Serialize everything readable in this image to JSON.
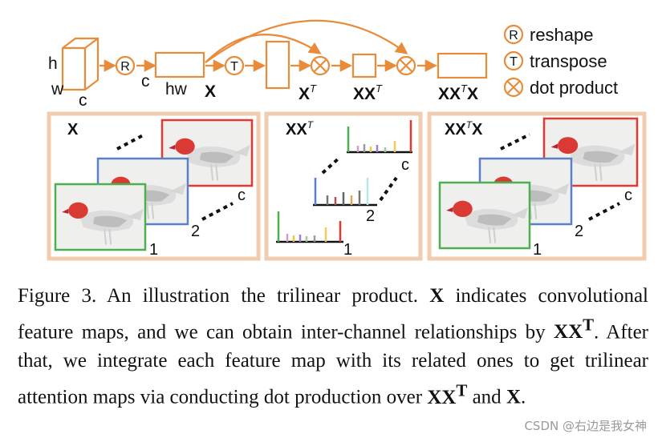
{
  "diagram": {
    "input_labels": {
      "h": "h",
      "w": "w",
      "c": "c"
    },
    "reshape_c": "c",
    "reshape_hw": "hw",
    "x_label": "X",
    "xt_label": "X",
    "xt_sup": "T",
    "xxt_label": "XX",
    "xxt_sup": "T",
    "out_label_a": "XX",
    "out_sup": "T",
    "out_label_b": "X",
    "op_glyphs": {
      "reshape": "R",
      "transpose": "T"
    },
    "legend": [
      {
        "icon": "reshape-icon",
        "label": "reshape"
      },
      {
        "icon": "transpose-icon",
        "label": "transpose"
      },
      {
        "icon": "dot-product-icon",
        "label": "dot product"
      }
    ],
    "panels": {
      "left": {
        "title": "X",
        "num_1": "1",
        "num_2": "2",
        "num_c": "c"
      },
      "middle": {
        "title": "XX",
        "title_sup": "T",
        "num_1": "1",
        "num_2": "2",
        "num_c": "c"
      },
      "right": {
        "title_a": "XX",
        "title_sup": "T",
        "title_b": "X",
        "num_1": "1",
        "num_2": "2",
        "num_c": "c"
      }
    },
    "colors": {
      "orange": "#E88B3A",
      "panel_border": "#F0CDB0",
      "green": "#4CAF50",
      "blue": "#5B7FC9",
      "red": "#E03A32"
    }
  },
  "caption": {
    "t1": "Figure 3. An illustration the trilinear product. ",
    "m1": "X",
    "t2": " indicates convolutional feature maps, and we can obtain inter-channel relationships by ",
    "m2": "XX",
    "m2_sup": "T",
    "t3": ". After that, we integrate each feature map with its related ones to get trilinear attention maps via conducting dot production over ",
    "m3": "XX",
    "m3_sup": "T",
    "t4": " and ",
    "m4": "X",
    "t5": "."
  },
  "watermark": "CSDN @右边是我女神"
}
